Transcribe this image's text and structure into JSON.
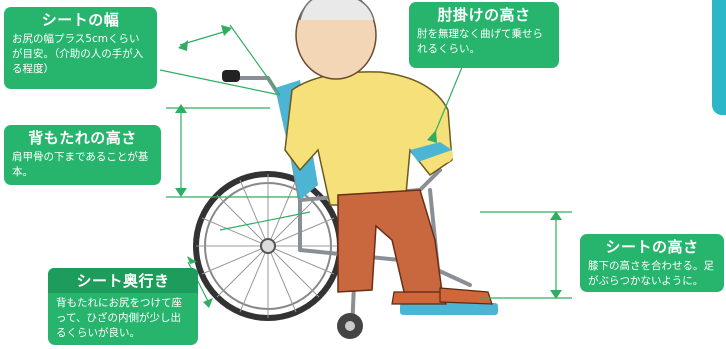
{
  "labels": {
    "seat_width": {
      "title": "シートの幅",
      "desc": "お尻の幅プラス5cmくらいが目安。（介助の人の手が入る程度）"
    },
    "armrest_height": {
      "title": "肘掛けの高さ",
      "desc": "肘を無理なく曲げて乗せられるくらい。"
    },
    "backrest_height": {
      "title": "背もたれの高さ",
      "desc": "肩甲骨の下まであることが基本。"
    },
    "seat_height": {
      "title": "シートの高さ",
      "desc": "膝下の高さを合わせる。足がぶらつかないように。"
    },
    "seat_depth": {
      "title": "シート奥行き",
      "desc": "背もたれにお尻をつけて座って、ひざの内側が少し出るくらいが良い。"
    }
  },
  "colors": {
    "label_green": "#27b56e",
    "title_band_green": "#1e9c5c",
    "guide_line": "#2fae62",
    "edge_tab": "#2bb7c8",
    "shirt": "#f5e07a",
    "pants": "#c9683e",
    "frame_blue": "#4bb5d3"
  }
}
